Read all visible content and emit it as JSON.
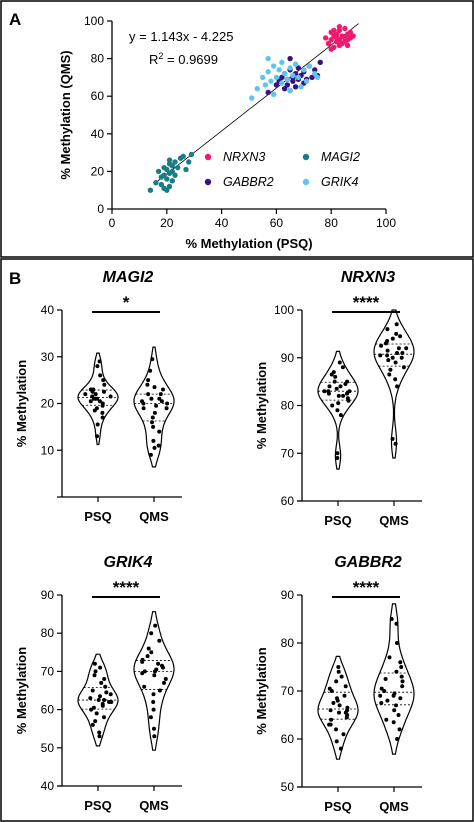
{
  "panels": {
    "a": "A",
    "b": "B"
  },
  "chart_data": [
    {
      "type": "scatter",
      "panel": "A",
      "xlabel": "% Methylation (PSQ)",
      "ylabel": "% Methylation (QMS)",
      "xlim": [
        0,
        100
      ],
      "ylim": [
        0,
        100
      ],
      "xticks": [
        0,
        20,
        40,
        60,
        80,
        100
      ],
      "yticks": [
        0,
        20,
        40,
        60,
        80,
        100
      ],
      "equation": "y = 1.143x - 4.225",
      "r2_base": "R",
      "r2_exp": "2",
      "r2_value": " = 0.9699",
      "fit": {
        "slope": 1.143,
        "intercept": -4.225,
        "x_range": [
          16,
          90
        ]
      },
      "legend": {
        "position": "bottom-right"
      },
      "series": [
        {
          "name": "NRXN3",
          "color": "#f0196e",
          "x": [
            78,
            79,
            80,
            80,
            81,
            81,
            82,
            82,
            82,
            83,
            83,
            83,
            84,
            84,
            85,
            85,
            85,
            86,
            86,
            86,
            87,
            87,
            88,
            80,
            81,
            83
          ],
          "y": [
            91,
            88,
            94,
            90,
            92,
            86,
            93,
            89,
            91,
            95,
            87,
            90,
            92,
            88,
            96,
            91,
            89,
            93,
            90,
            87,
            94,
            91,
            92,
            85,
            95,
            97
          ]
        },
        {
          "name": "MAGI2",
          "color": "#177e84",
          "x": [
            14,
            16,
            17,
            18,
            18,
            19,
            19,
            20,
            20,
            20,
            21,
            21,
            21,
            22,
            22,
            22,
            23,
            23,
            24,
            25,
            26,
            27,
            28,
            29,
            19,
            21
          ],
          "y": [
            10,
            14,
            20,
            13,
            17,
            22,
            18,
            10,
            16,
            21,
            24,
            12,
            19,
            23,
            15,
            20,
            18,
            25,
            22,
            27,
            28,
            21,
            25,
            29,
            11,
            26
          ]
        },
        {
          "name": "GABBR2",
          "color": "#3a1280",
          "x": [
            57,
            60,
            61,
            62,
            63,
            63,
            64,
            64,
            65,
            65,
            66,
            66,
            67,
            67,
            68,
            68,
            69,
            70,
            70,
            71,
            72,
            73,
            74,
            75,
            76,
            65
          ],
          "y": [
            62,
            66,
            68,
            70,
            64,
            72,
            66,
            69,
            63,
            74,
            70,
            68,
            72,
            65,
            69,
            75,
            71,
            67,
            73,
            69,
            76,
            70,
            74,
            71,
            78,
            80
          ]
        },
        {
          "name": "GRIK4",
          "color": "#5ec4f0",
          "x": [
            51,
            53,
            55,
            56,
            57,
            58,
            59,
            59,
            60,
            61,
            62,
            62,
            63,
            64,
            65,
            65,
            66,
            67,
            68,
            69,
            70,
            71,
            72,
            74,
            75,
            57
          ],
          "y": [
            59,
            64,
            70,
            66,
            73,
            68,
            76,
            61,
            70,
            74,
            67,
            78,
            72,
            69,
            75,
            63,
            71,
            77,
            70,
            65,
            74,
            68,
            76,
            72,
            70,
            80
          ]
        }
      ]
    },
    {
      "type": "violin",
      "panel": "B",
      "title": "MAGI2",
      "ylabel": "% Methylation",
      "categories": [
        "PSQ",
        "QMS"
      ],
      "ylim": [
        0,
        40
      ],
      "yticks": [
        10,
        20,
        30,
        40
      ],
      "significance": "*",
      "groups": [
        {
          "name": "PSQ",
          "values": [
            13,
            15.5,
            17,
            18,
            19,
            19.5,
            20,
            20.5,
            20.5,
            21,
            21,
            21.5,
            21.5,
            22,
            22,
            22.5,
            22.5,
            23,
            23,
            24,
            25,
            26,
            28,
            29,
            18.5,
            21
          ]
        },
        {
          "name": "QMS",
          "values": [
            9,
            10.5,
            11,
            12,
            14,
            15,
            16,
            17,
            18,
            19,
            19.5,
            20,
            20,
            20.5,
            21,
            21,
            22,
            22,
            23,
            23.5,
            24,
            25,
            27,
            29.5,
            20.5,
            19
          ]
        }
      ]
    },
    {
      "type": "violin",
      "panel": "B",
      "title": "NRXN3",
      "ylabel": "% Methylation",
      "categories": [
        "PSQ",
        "QMS"
      ],
      "ylim": [
        60,
        100
      ],
      "yticks": [
        60,
        70,
        80,
        90,
        100
      ],
      "significance": "****",
      "groups": [
        {
          "name": "PSQ",
          "values": [
            69,
            70,
            78,
            79,
            80,
            80.5,
            81,
            81.5,
            82,
            82,
            82.5,
            83,
            83,
            83.5,
            84,
            84,
            84.5,
            85,
            85,
            86,
            86.5,
            87,
            88,
            89,
            82.5,
            83
          ]
        },
        {
          "name": "QMS",
          "values": [
            72,
            73,
            84,
            85.5,
            86.5,
            87.5,
            88,
            89,
            89.5,
            90,
            90,
            90.5,
            91,
            91,
            91.5,
            92,
            92,
            92.5,
            93,
            93.5,
            94,
            94.5,
            95,
            96,
            97,
            90.5
          ]
        }
      ]
    },
    {
      "type": "violin",
      "panel": "B",
      "title": "GRIK4",
      "ylabel": "% Methylation",
      "categories": [
        "PSQ",
        "QMS"
      ],
      "ylim": [
        40,
        90
      ],
      "yticks": [
        40,
        50,
        60,
        70,
        80,
        90
      ],
      "significance": "****",
      "groups": [
        {
          "name": "PSQ",
          "values": [
            53,
            54,
            56,
            57,
            58,
            59,
            60,
            60.5,
            61,
            61.5,
            62,
            62,
            62.5,
            63,
            63.5,
            64,
            64.5,
            65,
            66,
            67,
            68,
            69,
            70,
            71,
            72,
            62.5
          ]
        },
        {
          "name": "QMS",
          "values": [
            53,
            55,
            58,
            60,
            62,
            64,
            65,
            66,
            67,
            68,
            69,
            69.5,
            70,
            70.5,
            71,
            71.5,
            72,
            72.5,
            73,
            74,
            75,
            76,
            78,
            80,
            82,
            70
          ]
        }
      ]
    },
    {
      "type": "violin",
      "panel": "B",
      "title": "GABBR2",
      "ylabel": "% Methylation",
      "categories": [
        "PSQ",
        "QMS"
      ],
      "ylim": [
        50,
        90
      ],
      "yticks": [
        50,
        60,
        70,
        80,
        90
      ],
      "significance": "****",
      "groups": [
        {
          "name": "PSQ",
          "values": [
            58,
            59.5,
            61,
            62,
            63,
            64,
            64.5,
            65,
            65.5,
            66,
            66.5,
            67,
            67.5,
            68,
            68.5,
            69,
            70,
            70.5,
            71,
            72,
            73,
            74,
            75,
            63,
            66,
            65.5
          ]
        },
        {
          "name": "QMS",
          "values": [
            60,
            62,
            63.5,
            64,
            65,
            66,
            67,
            67.5,
            68,
            68.5,
            69,
            69,
            69.5,
            70,
            70.5,
            71,
            72,
            72.5,
            73,
            74,
            75,
            76,
            77,
            80,
            84,
            85
          ]
        }
      ]
    }
  ]
}
